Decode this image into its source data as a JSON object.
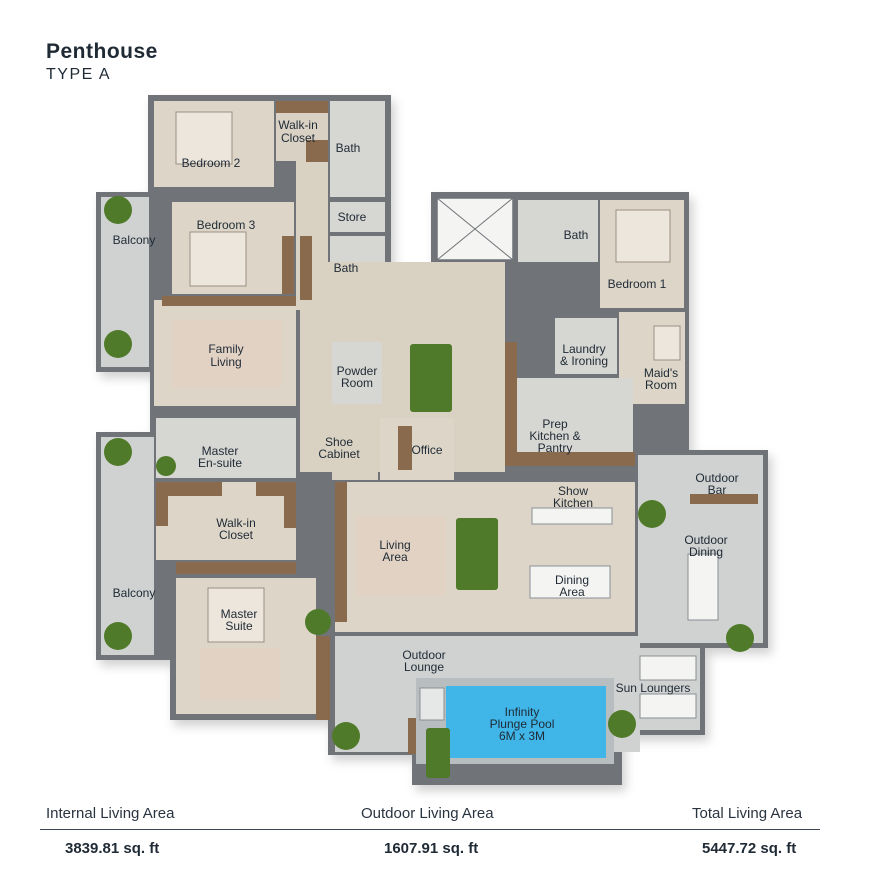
{
  "header": {
    "title": "Penthouse",
    "subtitle": "TYPE A"
  },
  "rooms": {
    "walk_in_closet_top": [
      "Walk-in",
      "Closet"
    ],
    "bedroom_2": [
      "Bedroom 2"
    ],
    "bath_top": [
      "Bath"
    ],
    "store": [
      "Store"
    ],
    "bath_mid": [
      "Bath"
    ],
    "bedroom_3": [
      "Bedroom 3"
    ],
    "balcony_top": [
      "Balcony"
    ],
    "bath_right": [
      "Bath"
    ],
    "bedroom_1": [
      "Bedroom 1"
    ],
    "family_living": [
      "Family",
      "Living"
    ],
    "powder_room": [
      "Powder",
      "Room"
    ],
    "laundry": [
      "Laundry",
      "& Ironing"
    ],
    "maids_room": [
      "Maid's",
      "Room"
    ],
    "prep_kitchen": [
      "Prep",
      "Kitchen &",
      "Pantry"
    ],
    "master_ensuite": [
      "Master",
      "En-suite"
    ],
    "shoe_cabinet": [
      "Shoe",
      "Cabinet"
    ],
    "office": [
      "Office"
    ],
    "outdoor_bar": [
      "Outdoor",
      "Bar"
    ],
    "show_kitchen": [
      "Show",
      "Kitchen"
    ],
    "walk_in_closet_bottom": [
      "Walk-in",
      "Closet"
    ],
    "living_area": [
      "Living",
      "Area"
    ],
    "outdoor_dining": [
      "Outdoor",
      "Dining"
    ],
    "dining_area": [
      "Dining",
      "Area"
    ],
    "balcony_bottom": [
      "Balcony"
    ],
    "master_suite": [
      "Master",
      "Suite"
    ],
    "outdoor_lounge": [
      "Outdoor",
      "Lounge"
    ],
    "sun_loungers": [
      "Sun Loungers"
    ],
    "plunge_pool": [
      "Infinity",
      "Plunge Pool",
      "6M x 3M"
    ]
  },
  "stats": {
    "internal_label": "Internal Living Area",
    "internal_value": "3839.81 sq. ft",
    "outdoor_label": "Outdoor Living Area",
    "outdoor_value": "1607.91 sq. ft",
    "total_label": "Total Living Area",
    "total_value": "5447.72 sq. ft"
  },
  "colors": {
    "wall": "#6f7378",
    "floor_interior": "#ddd6c8",
    "floor_outdoor": "#cfd2d1",
    "rug": "#e2d2c4",
    "wood": "#8a6a4c",
    "pool": "#3fb5e8",
    "plant": "#4f7a2a"
  }
}
